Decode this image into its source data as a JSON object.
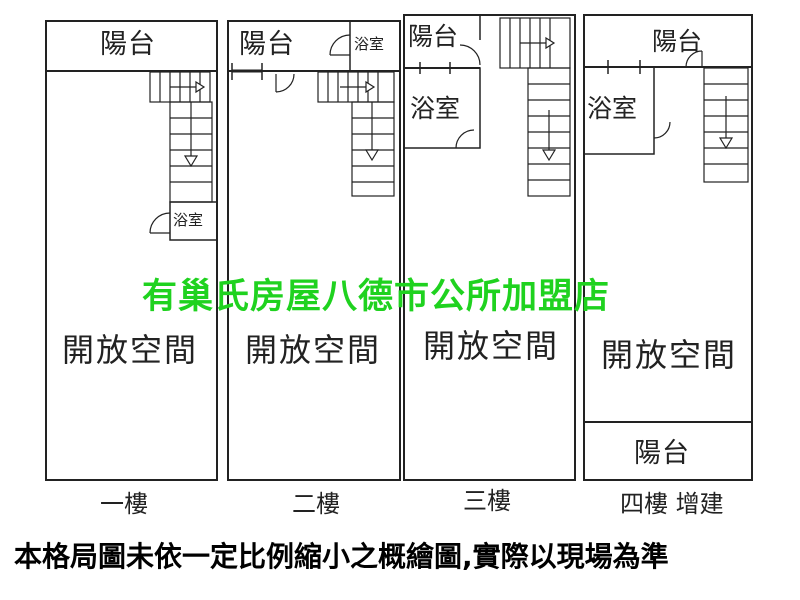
{
  "watermark": "有巢氏房屋八德市公所加盟店",
  "disclaimer": "本格局圖未依一定比例縮小之概繪圖,實際以現場為準",
  "floors": [
    {
      "label": "一樓",
      "balcony": "陽台",
      "bathroom": "浴室",
      "open_space": "開放空間"
    },
    {
      "label": "二樓",
      "balcony": "陽台",
      "bathroom": "浴室",
      "open_space": "開放空間"
    },
    {
      "label": "三樓",
      "balcony": "陽台",
      "bathroom": "浴室",
      "open_space": "開放空間"
    },
    {
      "label": "四樓 增建",
      "balcony": "陽台",
      "bathroom": "浴室",
      "open_space": "開放空間",
      "rear_balcony": "陽台"
    }
  ]
}
